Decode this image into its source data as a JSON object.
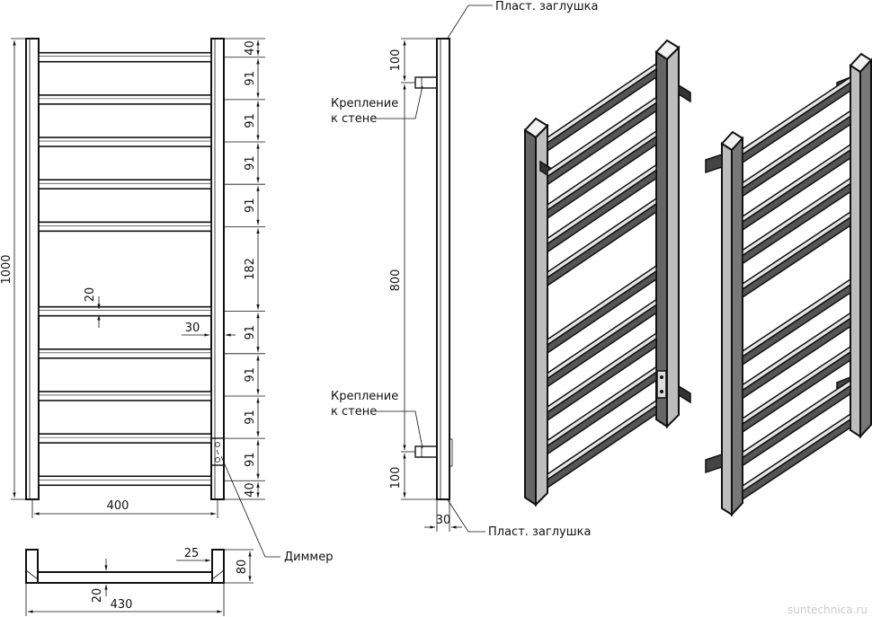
{
  "front_view": {
    "overall_height": "1000",
    "width": "400",
    "bar_spacing": [
      "40",
      "91",
      "91",
      "91",
      "91",
      "182",
      "91",
      "91",
      "91",
      "91",
      "40"
    ],
    "bar_height": "20",
    "rail_width": "30"
  },
  "top_view": {
    "depth": "80",
    "rail_width": "25",
    "bar_thickness": "20",
    "overall_width": "430"
  },
  "side_view": {
    "top_offset": "100",
    "mount_spacing": "800",
    "bottom_offset": "100",
    "depth": "30",
    "label_plug_top": "Пласт. заглушка",
    "label_plug_bottom": "Пласт. заглушка",
    "label_mount_top": [
      "Крепление",
      "к стене"
    ],
    "label_mount_bottom": [
      "Крепление",
      "к стене"
    ]
  },
  "dimmer_label": "Диммер",
  "watermark": "suntechnica.ru"
}
